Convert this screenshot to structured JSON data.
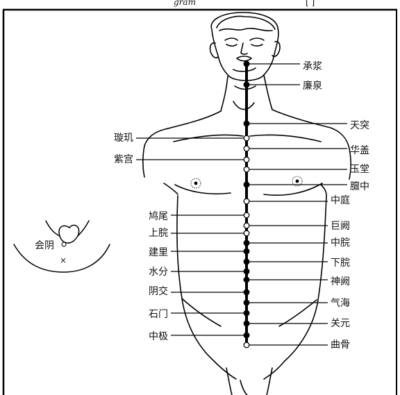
{
  "header_fragment": "gram",
  "header_bracket": "[       ]",
  "meridian_points_right": [
    "承浆",
    "廉泉",
    "天突",
    "华盖",
    "玉堂",
    "膻中",
    "中庭",
    "巨阙",
    "中脘",
    "下脘",
    "神阙",
    "气海",
    "关元",
    "曲骨"
  ],
  "meridian_points_left": [
    "璇玑",
    "紫宫",
    "鸠尾",
    "上脘",
    "建里",
    "水分",
    "阴交",
    "石门",
    "中极"
  ],
  "inset": {
    "point": "会阴",
    "mark": "×"
  }
}
